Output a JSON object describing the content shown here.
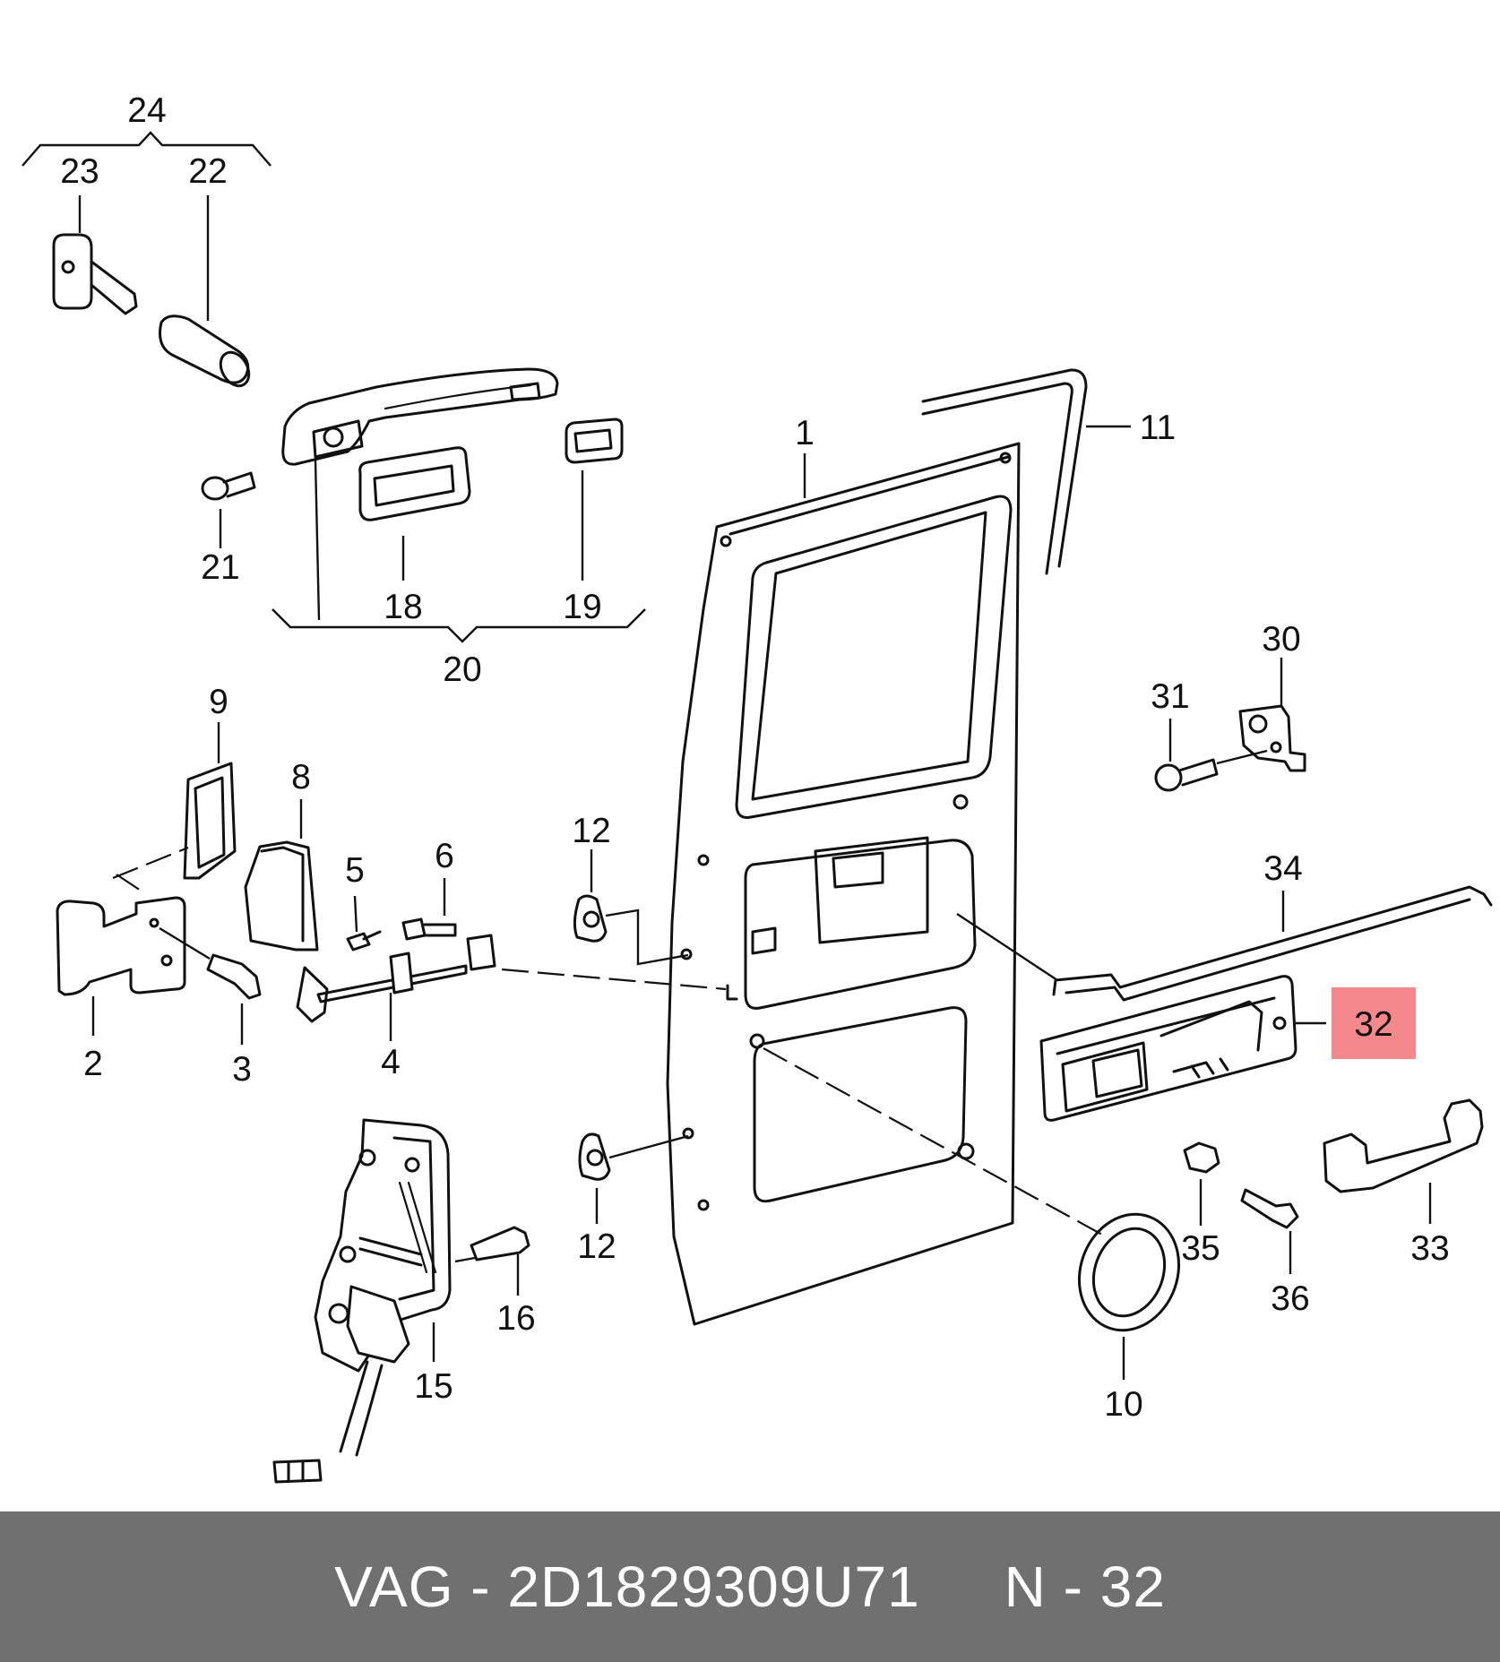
{
  "diagram": {
    "highlight_color": "#f4888c",
    "highlighted_part": "32",
    "callouts": {
      "p1": "1",
      "p2": "2",
      "p3": "3",
      "p4": "4",
      "p5": "5",
      "p6": "6",
      "p8": "8",
      "p9": "9",
      "p10": "10",
      "p11": "11",
      "p12a": "12",
      "p12b": "12",
      "p15": "15",
      "p16": "16",
      "p18": "18",
      "p19": "19",
      "p20": "20",
      "p21": "21",
      "p22": "22",
      "p23": "23",
      "p24": "24",
      "p30": "30",
      "p31": "31",
      "p32": "32",
      "p33": "33",
      "p34": "34",
      "p35": "35",
      "p36": "36"
    }
  },
  "footer": {
    "text": "VAG - 2D1829309U71     N - 32",
    "background": "#707070"
  }
}
